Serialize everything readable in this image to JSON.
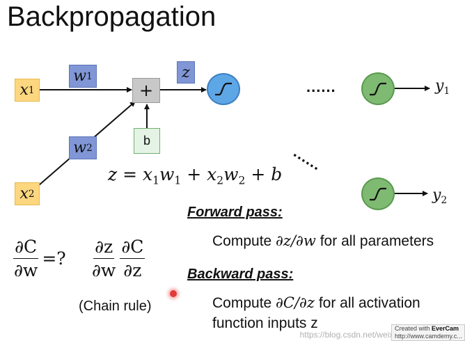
{
  "title": "Backpropagation",
  "inputs": {
    "x1": {
      "base": "x",
      "sub": "1"
    },
    "x2": {
      "base": "x",
      "sub": "2"
    }
  },
  "weights": {
    "w1": {
      "base": "w",
      "sub": "1"
    },
    "w2": {
      "base": "w",
      "sub": "2"
    }
  },
  "sum_symbol": "+",
  "bias_label": "b",
  "z_label": "z",
  "ellipsis": "......",
  "outputs": {
    "y1": {
      "base": "y",
      "sub": "1"
    },
    "y2": {
      "base": "y",
      "sub": "2"
    }
  },
  "equation": {
    "lhs": "z = ",
    "x1": "x",
    "x1_sub": "1",
    "w1": "w",
    "w1_sub": "1",
    "plus1": " + ",
    "x2": "x",
    "x2_sub": "2",
    "w2": "w",
    "w2_sub": "2",
    "plus2": " + b"
  },
  "derivative": {
    "num": "∂C",
    "den": "∂w",
    "eq": "=?",
    "chain1_num": "∂z",
    "chain1_den": "∂w",
    "chain2_num": "∂C",
    "chain2_den": "∂z",
    "chain_rule": "(Chain rule)"
  },
  "forward": {
    "heading": "Forward pass:",
    "text_pre": "Compute ",
    "text_math": "∂z/∂w",
    "text_post": " for all parameters"
  },
  "backward": {
    "heading": "Backward pass:",
    "text_pre": "Compute ",
    "text_math": "∂C/∂z",
    "text_post": " for all activation",
    "line2": "function inputs z"
  },
  "watermark": "https://blog.csdn.net/weixin_4...",
  "evercam": {
    "line1_pre": "Created with ",
    "line1_brand": "EverCam",
    "line2": "http://www.camdemy.c..."
  },
  "colors": {
    "input": "#fcd77f",
    "weight": "#8096d6",
    "sum": "#c8c8c8",
    "bias": "#e4f3e4",
    "neuron_blue": "#5da7e6",
    "neuron_green": "#7fba72",
    "pointer": "#e23a3a"
  }
}
